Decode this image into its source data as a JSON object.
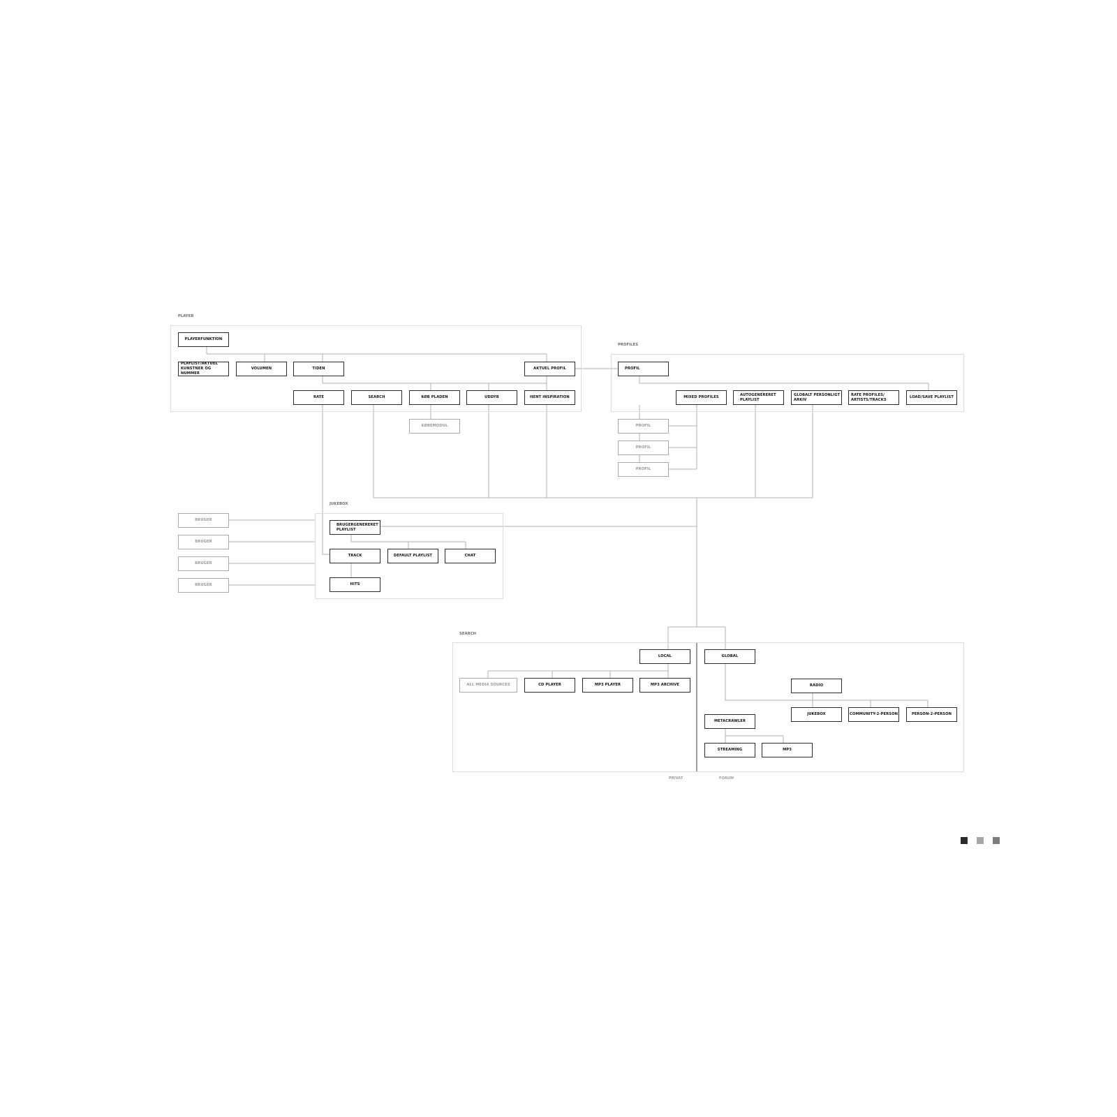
{
  "groups": {
    "player": "PLAYER",
    "profiles": "PROFILES",
    "jukebox": "JUKEBOX",
    "search": "SEARCH"
  },
  "nodes": {
    "playerfunktion": "PLAYERFUNKTION",
    "playlist_aktuel": "PLAYLIST/AKTUEL\nKUNSTNER OG NUMMER",
    "volumen": "VOLUMEN",
    "tiden": "TIDEN",
    "aktuel_profil": "AKTUEL PROFIL",
    "rate": "RATE",
    "search": "SEARCH",
    "kob_pladen": "KØB PLADEN",
    "uddyb": "UDDYB",
    "hent_inspiration": "HENT INSPIRATION",
    "kobemodul": "KØBEMODUL",
    "profil": "PROFIL",
    "mixed_profiles": "MIXED PROFILES",
    "autogenereret_playlist": "AUTOGENERERET\nPLAYLIST",
    "globalt_personligt_arkiv": "GLOBALT PERSONLIGT\nARKIV",
    "rate_profiles": "RATE PROFILES/\nARTISTS/TRACKS",
    "load_save_playlist": "LOAD/SAVE PLAYLIST",
    "profil_1": "PROFIL",
    "profil_2": "PROFIL",
    "profil_3": "PROFIL",
    "bruger_1": "BRUGER",
    "bruger_2": "BRUGER",
    "bruger_3": "BRUGER",
    "bruger_4": "BRUGER",
    "brugergenereret_playlist": "BRUGERGENERERET\nPLAYLIST",
    "track": "TRACK",
    "default_playlist": "DEFAULT PLAYLIST",
    "chat": "CHAT",
    "hits": "HITS",
    "local": "LOCAL",
    "global": "GLOBAL",
    "all_media_sources": "ALL MEDIA SOURCES",
    "cd_player": "CD PLAYER",
    "mp3_player": "MP3 PLAYER",
    "mp3_archive": "MP3 ARCHIVE",
    "radio": "RADIO",
    "jukebox": "JUKEBOX",
    "community_2_person": "COMMUNITY-2-PERSON",
    "person_2_person": "PERSON-2-PERSON",
    "metacrawler": "METACRAWLER",
    "streaming": "STREAMING",
    "mp3": "MP3"
  },
  "labels": {
    "privat": "PRIVAT",
    "forum": "FORUM"
  },
  "colors": {
    "dark_box": "#2a2a2a",
    "light_box": "#a9a9a9",
    "connector": "#b0b0b0",
    "group_border": "#dcdcdc",
    "swatch_1": "#2b2b2b",
    "swatch_2": "#a6a6a6",
    "swatch_3": "#7d7d7d"
  }
}
